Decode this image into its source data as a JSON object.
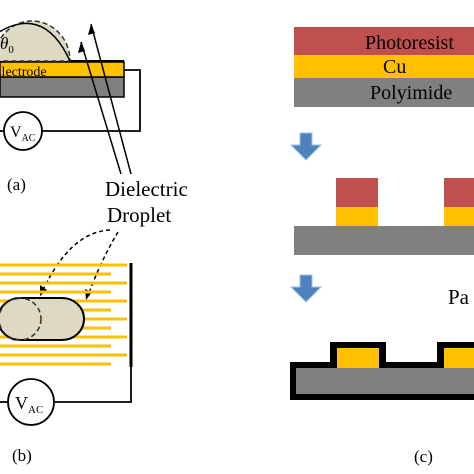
{
  "panel_a": {
    "theta_symbol": "θ",
    "theta_subscript": "0",
    "electrode_label": "Electrode",
    "vac_main": "V",
    "vac_subscript": "AC",
    "caption": "(a)"
  },
  "droplet_label": {
    "line1": "Dielectric",
    "line2": "Droplet"
  },
  "panel_b": {
    "vac_main": "V",
    "vac_subscript": "AC",
    "caption": "(b)"
  },
  "panel_c": {
    "layer_photoresist": "Photoresist",
    "layer_cu": "Cu",
    "layer_polyimide": "Polyimide",
    "step_label": "Pa",
    "caption": "(c)"
  },
  "colors": {
    "photoresist": "#c0504d",
    "cu": "#ffc000",
    "polyimide": "#808080",
    "droplet": "#ddd9c3",
    "arrow": "#4f81bd"
  }
}
